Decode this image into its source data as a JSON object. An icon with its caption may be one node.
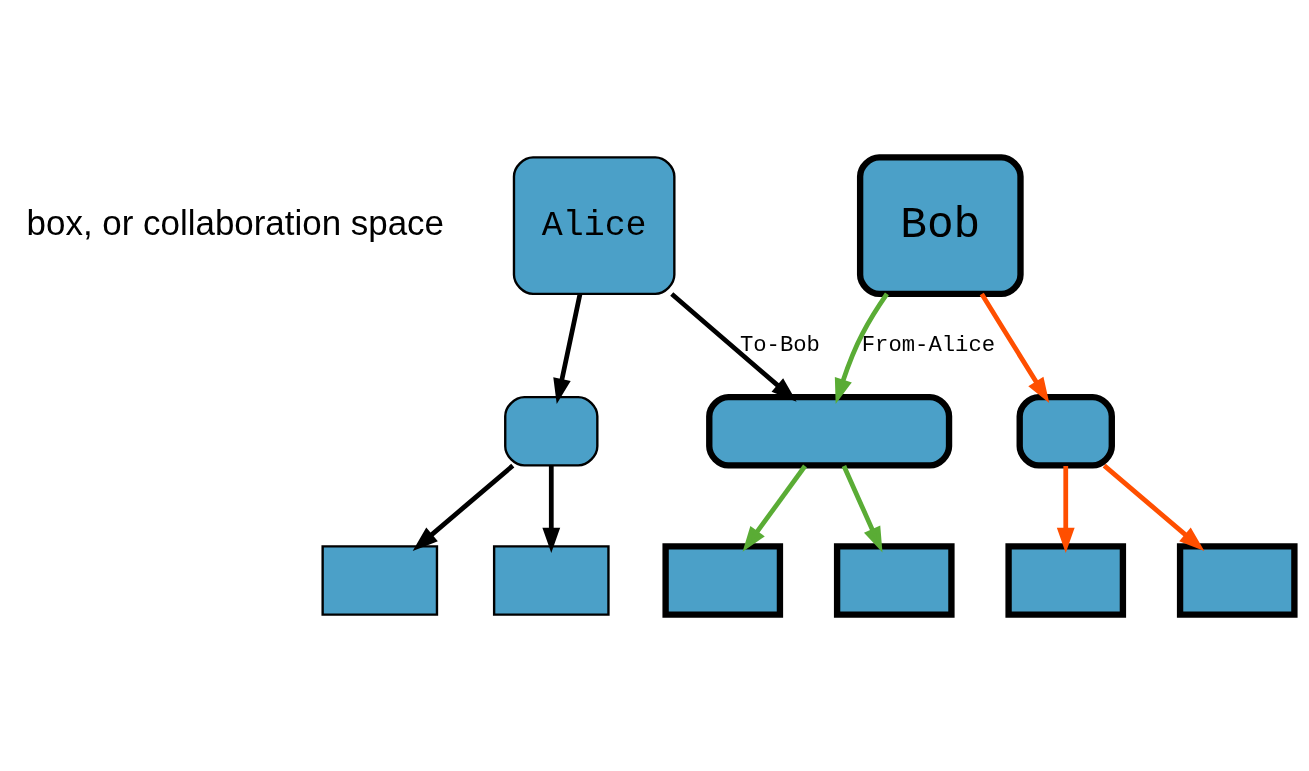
{
  "diagram": {
    "nodes": [
      {
        "text": [
          "Alice"
        ]
      },
      {
        "text": [
          "Bob"
        ]
      },
      {
        "text": [],
        "shape": "box"
      },
      {
        "text": [],
        "shape": "box"
      },
      {
        "text": [],
        "shape": "box"
      },
      {
        "text": [],
        "shape": "box"
      },
      {
        "text": [],
        "shape": "box"
      },
      {
        "text": [],
        "shape": "box"
      },
      {
        "text": [],
        "shape": "box"
      },
      {
        "text": [],
        "shape": "box"
      },
      {
        "text": [],
        "shape": "box"
      }
    ],
    "edges": [
      {
        "from": 0,
        "to": 2,
        "arrow": "to"
      },
      {
        "from": 0,
        "to": 3,
        "arrow": "to",
        "label": "To-Bob"
      },
      {
        "from": 1,
        "to": 3,
        "arrow": "to",
        "label": "From-Alice",
        "color": "#5aac35"
      },
      {
        "from": 1,
        "to": 4,
        "arrow": "to",
        "color": "#ff4f00"
      },
      {
        "from": 2,
        "to": 5,
        "arrow": "to"
      },
      {
        "from": 2,
        "to": 6,
        "arrow": "to"
      },
      {
        "from": 3,
        "to": 7,
        "arrow": "to",
        "color": "#5aac35"
      },
      {
        "from": 3,
        "to": 8,
        "arrow": "to",
        "color": "#5aac35"
      },
      {
        "from": 4,
        "to": 9,
        "arrow": "to",
        "color": "#ff4f00"
      },
      {
        "from": 4,
        "to": 10,
        "arrow": "to",
        "color": "#ff4f00"
      }
    ],
    "labels": [
      "box, or collaboration space"
    ]
  }
}
